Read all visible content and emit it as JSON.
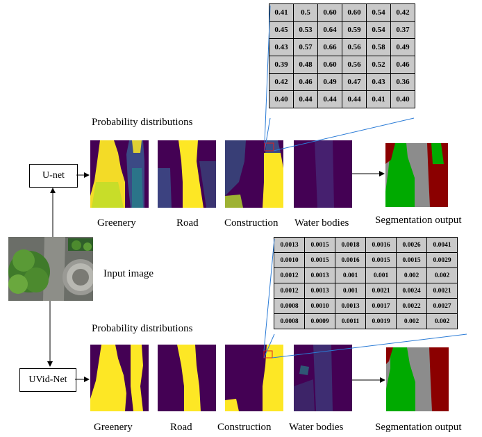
{
  "labels": {
    "prob_top": "Probability distributions",
    "prob_bottom": "Probability distributions",
    "input_image": "Input image",
    "seg_top": "Segmentation output",
    "seg_bottom": "Segmentation output"
  },
  "models": {
    "top": "U-net",
    "bottom": "UVid-Net"
  },
  "classes": [
    "Greenery",
    "Road",
    "Construction",
    "Water bodies"
  ],
  "unet_table": [
    [
      "0.41",
      "0.5",
      "0.60",
      "0.60",
      "0.54",
      "0.42"
    ],
    [
      "0.45",
      "0.53",
      "0.64",
      "0.59",
      "0.54",
      "0.37"
    ],
    [
      "0.43",
      "0.57",
      "0.66",
      "0.56",
      "0.58",
      "0.49"
    ],
    [
      "0.39",
      "0.48",
      "0.60",
      "0.56",
      "0.52",
      "0.46"
    ],
    [
      "0.42",
      "0.46",
      "0.49",
      "0.47",
      "0.43",
      "0.36"
    ],
    [
      "0.40",
      "0.44",
      "0.44",
      "0.44",
      "0.41",
      "0.40"
    ]
  ],
  "uvidnet_table": [
    [
      "0.0013",
      "0.0015",
      "0.0018",
      "0.0016",
      "0.0026",
      "0.0041"
    ],
    [
      "0.0010",
      "0.0015",
      "0.0016",
      "0.0015",
      "0.0015",
      "0.0029"
    ],
    [
      "0.0012",
      "0.0013",
      "0.001",
      "0.001",
      "0.002",
      "0.002"
    ],
    [
      "0.0012",
      "0.0013",
      "0.001",
      "0.0021",
      "0.0024",
      "0.0021"
    ],
    [
      "0.0008",
      "0.0010",
      "0.0013",
      "0.0017",
      "0.0022",
      "0.0027"
    ],
    [
      "0.0008",
      "0.0009",
      "0.0011",
      "0.0019",
      "0.002",
      "0.002"
    ]
  ],
  "colors": {
    "prob_dark": "#440154",
    "prob_bright": "#fde725",
    "seg_green": "#00aa00",
    "seg_red": "#8b0000",
    "seg_gray": "#8c8c8c",
    "table_fill": "#c9c9c9",
    "zoom_line": "#2a7bd6"
  }
}
